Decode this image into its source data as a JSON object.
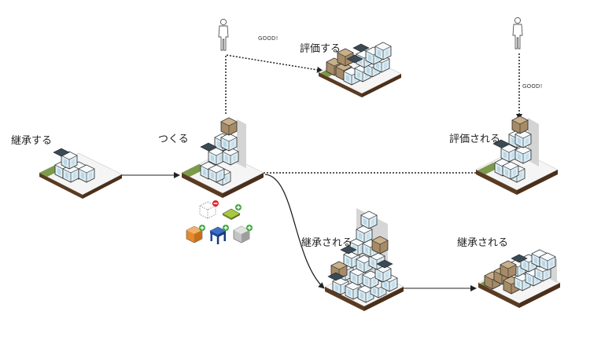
{
  "labels": {
    "inherit_start": "継承する",
    "make": "つくる",
    "evaluate": "評価する",
    "evaluated": "評価される",
    "inherited_1": "継承される",
    "inherited_2": "継承される"
  },
  "good_1": "GOOD!",
  "good_2": "GOOD!",
  "colors": {
    "platform_top": "#f6f6f6",
    "platform_side": "#5a3b22",
    "grass": "#7b9a4a",
    "glass": "#d8ecf4",
    "frame": "#2b2b2b",
    "roof": "#3b4a55",
    "brown_block": "#a68b66",
    "shadow": "#c9c9c9",
    "orange": "#e38a2c",
    "blue": "#1d4a96",
    "green": "#a8c93c",
    "gray": "#b8b8b8",
    "red": "#d9262a",
    "plus": "#3aa83a",
    "arrow": "#222222"
  },
  "icons": [
    "person-silhouette-icon",
    "person-silhouette-icon",
    "cube-removed-icon",
    "green-plate-added-icon",
    "orange-cube-added-icon",
    "blue-table-added-icon",
    "gray-cube-added-icon"
  ]
}
